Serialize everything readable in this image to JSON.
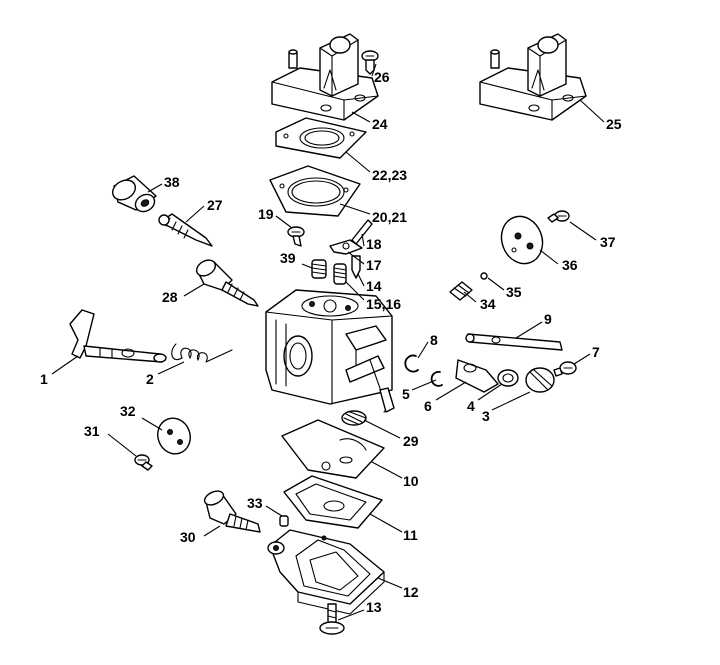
{
  "callouts": [
    {
      "id": "c1",
      "label": "1"
    },
    {
      "id": "c2",
      "label": "2"
    },
    {
      "id": "c3",
      "label": "3"
    },
    {
      "id": "c4",
      "label": "4"
    },
    {
      "id": "c5",
      "label": "5"
    },
    {
      "id": "c6",
      "label": "6"
    },
    {
      "id": "c7",
      "label": "7"
    },
    {
      "id": "c8",
      "label": "8"
    },
    {
      "id": "c9",
      "label": "9"
    },
    {
      "id": "c10",
      "label": "10"
    },
    {
      "id": "c11",
      "label": "11"
    },
    {
      "id": "c12",
      "label": "12"
    },
    {
      "id": "c13",
      "label": "13"
    },
    {
      "id": "c14",
      "label": "14"
    },
    {
      "id": "c15",
      "label": "15,16"
    },
    {
      "id": "c17",
      "label": "17"
    },
    {
      "id": "c18",
      "label": "18"
    },
    {
      "id": "c19",
      "label": "19"
    },
    {
      "id": "c20",
      "label": "20,21"
    },
    {
      "id": "c22",
      "label": "22,23"
    },
    {
      "id": "c24",
      "label": "24"
    },
    {
      "id": "c25",
      "label": "25"
    },
    {
      "id": "c26",
      "label": "26"
    },
    {
      "id": "c27",
      "label": "27"
    },
    {
      "id": "c28",
      "label": "28"
    },
    {
      "id": "c29",
      "label": "29"
    },
    {
      "id": "c30",
      "label": "30"
    },
    {
      "id": "c31",
      "label": "31"
    },
    {
      "id": "c32",
      "label": "32"
    },
    {
      "id": "c33",
      "label": "33"
    },
    {
      "id": "c34",
      "label": "34"
    },
    {
      "id": "c35",
      "label": "35"
    },
    {
      "id": "c36",
      "label": "36"
    },
    {
      "id": "c37",
      "label": "37"
    },
    {
      "id": "c38",
      "label": "38"
    },
    {
      "id": "c39",
      "label": "39"
    }
  ]
}
